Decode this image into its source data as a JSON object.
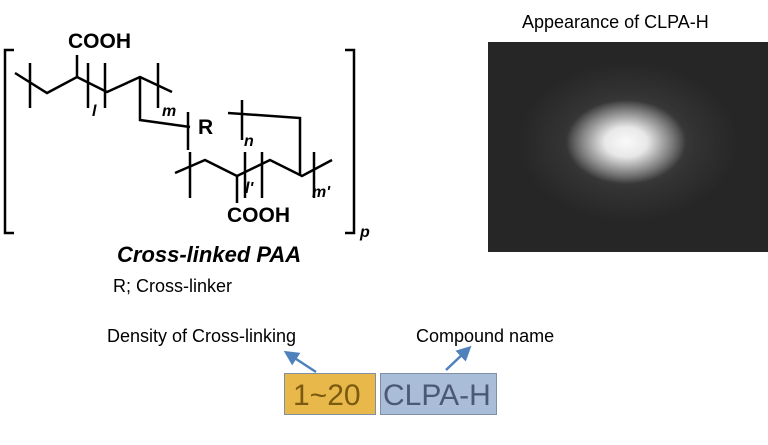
{
  "structure": {
    "top_group": "COOH",
    "bottom_group": "COOH",
    "crosslinker_symbol": "R",
    "subscripts": {
      "l": "l",
      "m": "m",
      "n": "n",
      "l_prime": "l'",
      "m_prime": "m'",
      "p": "p"
    },
    "name": "Cross-linked PAA",
    "legend": "R; Cross-linker"
  },
  "photo": {
    "title": "Appearance of CLPA-H"
  },
  "naming": {
    "density_label": "Density of Cross-linking",
    "compound_label": "Compound name",
    "density_value": "1~20",
    "compound_value": "CLPA-H",
    "density_color": "#e8b84a",
    "compound_color": "#a9bcd8",
    "arrow_color": "#4f81bd"
  }
}
